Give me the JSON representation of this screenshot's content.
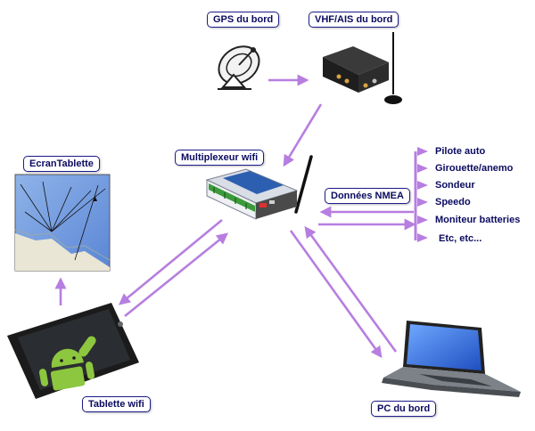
{
  "labels": {
    "gps": "GPS du bord",
    "vhf": "VHF/AIS du bord",
    "multiplexer": "Multiplexeur wifi",
    "screen": "EcranTablette",
    "nmea": "Données NMEA",
    "tablet": "Tablette wifi",
    "pc": "PC du bord"
  },
  "nmea_items": [
    "Pilote auto",
    "Girouette/anemo",
    "Sondeur",
    "Speedo",
    "Moniteur batteries",
    "Etc, etc..."
  ],
  "colors": {
    "arrow": "#b77ee0",
    "label_border": "#1c1c8a",
    "label_text": "#0b0b60"
  },
  "icons": [
    "gps-antenna-icon",
    "vhf-ais-box-icon",
    "multiplexer-device-icon",
    "tablet-screen-map-icon",
    "android-tablet-icon",
    "laptop-icon"
  ]
}
